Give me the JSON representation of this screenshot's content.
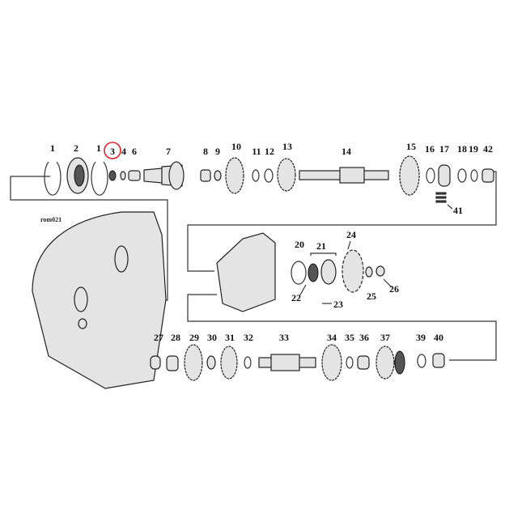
{
  "diagram": {
    "drawing_code": "rom021",
    "highlight_color": "#e0212b",
    "highlighted_part": "3",
    "top_row_labels": [
      "1",
      "2",
      "1",
      "3",
      "4",
      "6",
      "7",
      "8",
      "9",
      "10",
      "11",
      "12",
      "13",
      "14",
      "15",
      "16",
      "17",
      "18",
      "19",
      "42",
      "41"
    ],
    "middle_labels": [
      "20",
      "21",
      "24",
      "22",
      "23",
      "25",
      "26"
    ],
    "bottom_row_labels": [
      "27",
      "28",
      "29",
      "30",
      "31",
      "32",
      "33",
      "34",
      "35",
      "36",
      "37",
      "39",
      "40"
    ]
  }
}
